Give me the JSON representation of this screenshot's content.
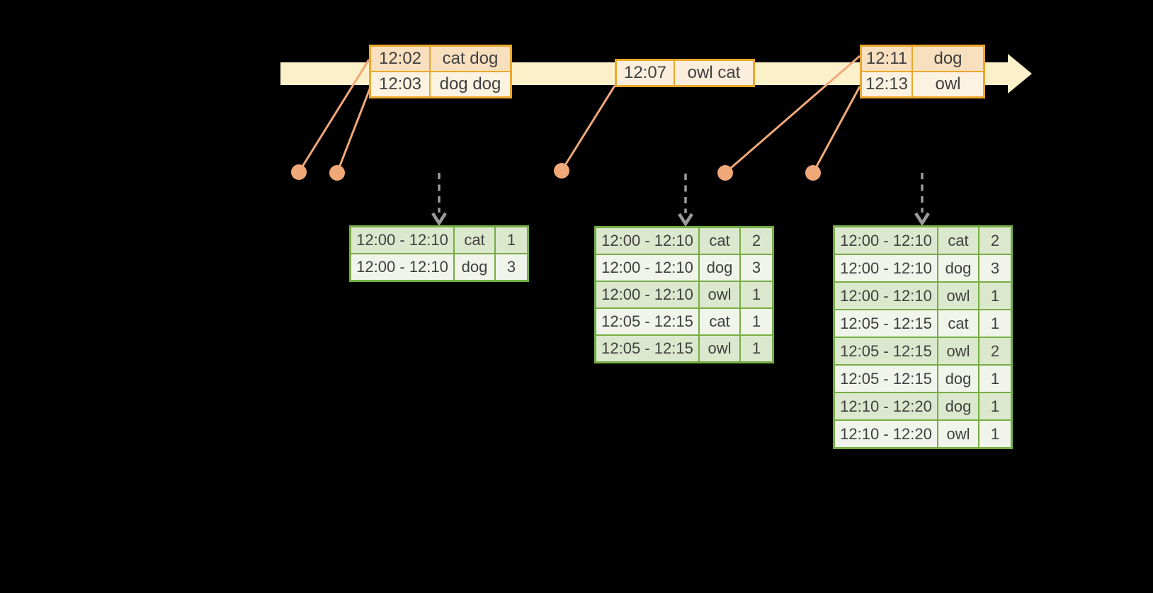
{
  "colors": {
    "background": "#000000",
    "timeline_fill": "#FBF0CA",
    "event_border": "#EBA82C",
    "event_row_peach": "#F8DFBE",
    "event_row_cream": "#FCF2E2",
    "event_row_single": "#FBEEDC",
    "connector_orange": "#F1A878",
    "result_border": "#76AE43",
    "result_row_dark": "#DCE8CE",
    "result_row_light": "#F0F4EB",
    "trigger_gray": "#9B9B9B",
    "text_color": "#404040"
  },
  "icons": {
    "timeline_arrowhead": "right-arrow",
    "trigger_arrow": "dashed-down-arrow",
    "event_marker": "dot"
  },
  "event_tables": [
    {
      "rows": [
        [
          "12:02",
          "cat dog"
        ],
        [
          "12:03",
          "dog dog"
        ]
      ]
    },
    {
      "rows": [
        [
          "12:07",
          "owl cat"
        ]
      ]
    },
    {
      "rows": [
        [
          "12:11",
          "dog"
        ],
        [
          "12:13",
          "owl"
        ]
      ]
    }
  ],
  "result_tables": [
    {
      "rows": [
        [
          "12:00 - 12:10",
          "cat",
          "1"
        ],
        [
          "12:00 - 12:10",
          "dog",
          "3"
        ]
      ]
    },
    {
      "rows": [
        [
          "12:00 - 12:10",
          "cat",
          "2"
        ],
        [
          "12:00 - 12:10",
          "dog",
          "3"
        ],
        [
          "12:00 - 12:10",
          "owl",
          "1"
        ],
        [
          "12:05 - 12:15",
          "cat",
          "1"
        ],
        [
          "12:05 - 12:15",
          "owl",
          "1"
        ]
      ]
    },
    {
      "rows": [
        [
          "12:00 - 12:10",
          "cat",
          "2"
        ],
        [
          "12:00 - 12:10",
          "dog",
          "3"
        ],
        [
          "12:00 - 12:10",
          "owl",
          "1"
        ],
        [
          "12:05 - 12:15",
          "cat",
          "1"
        ],
        [
          "12:05 - 12:15",
          "owl",
          "2"
        ],
        [
          "12:05 - 12:15",
          "dog",
          "1"
        ],
        [
          "12:10 - 12:20",
          "dog",
          "1"
        ],
        [
          "12:10 - 12:20",
          "owl",
          "1"
        ]
      ]
    }
  ]
}
